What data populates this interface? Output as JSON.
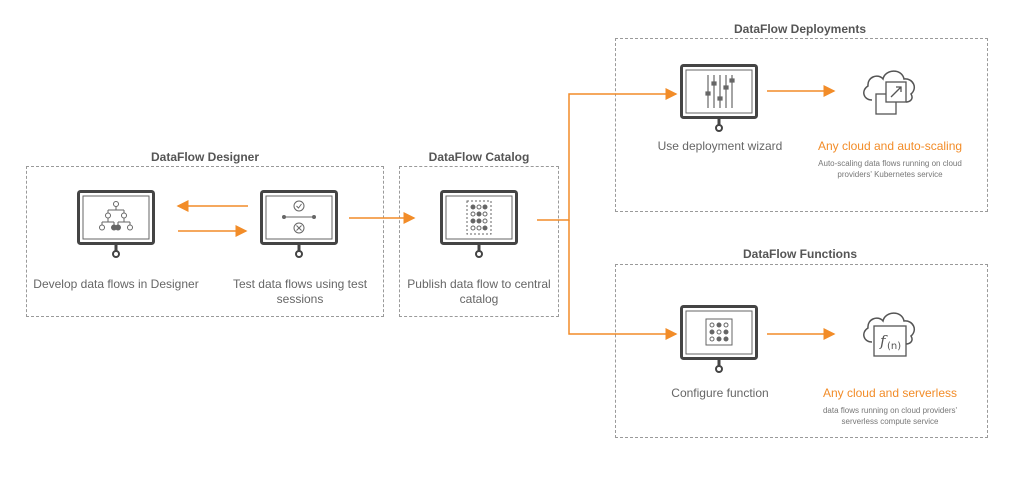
{
  "groups": {
    "designer": {
      "title": "DataFlow Designer"
    },
    "catalog": {
      "title": "DataFlow Catalog"
    },
    "deployments": {
      "title": "DataFlow Deployments"
    },
    "functions": {
      "title": "DataFlow Functions"
    }
  },
  "steps": {
    "develop": "Develop data flows in Designer",
    "test": "Test data flows using test sessions",
    "publish": "Publish data flow to central catalog",
    "wizard": "Use deployment wizard",
    "configure": "Configure function"
  },
  "outcomes": {
    "autoscaling": {
      "title": "Any cloud and auto-scaling",
      "desc": "Auto-scaling data flows running on cloud providers' Kubernetes service"
    },
    "serverless": {
      "title": "Any cloud and serverless",
      "desc": "data flows running on cloud providers' serverless compute service"
    }
  },
  "colors": {
    "accent": "#f28c28",
    "line": "#555555",
    "dash": "#9a9a9a"
  },
  "icons": [
    "monitor-icon",
    "flow-tree-icon",
    "test-session-icon",
    "catalog-grid-icon",
    "sliders-icon",
    "dot-grid-icon",
    "cloud-scale-icon",
    "cloud-function-icon"
  ]
}
